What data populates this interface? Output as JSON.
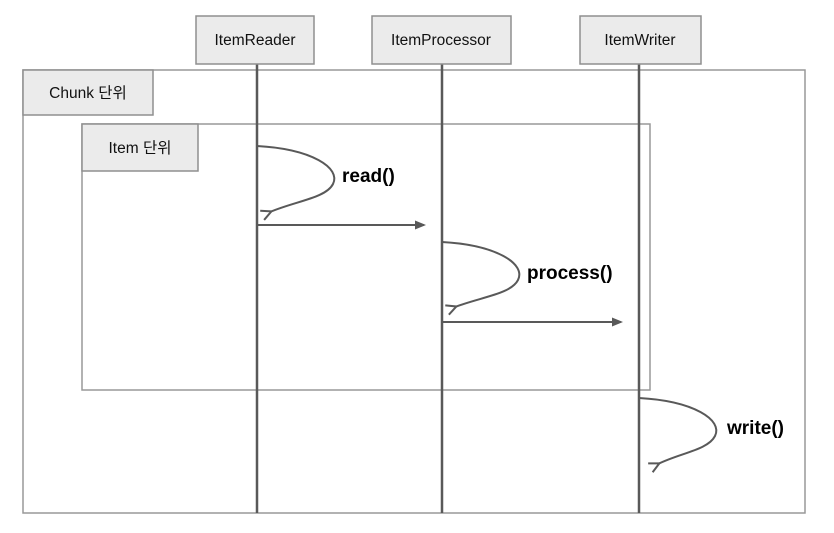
{
  "diagram": {
    "type": "sequence-diagram",
    "participants": [
      {
        "label": "ItemReader"
      },
      {
        "label": "ItemProcessor"
      },
      {
        "label": "ItemWriter"
      }
    ],
    "frames": {
      "chunk": {
        "label": "Chunk 단위"
      },
      "item": {
        "label": "Item 단위"
      }
    },
    "messages": {
      "read": {
        "label": "read()",
        "kind": "self-call",
        "from": "ItemReader",
        "to": "ItemReader"
      },
      "read_pass": {
        "kind": "arrow",
        "from": "ItemReader",
        "to": "ItemProcessor"
      },
      "process": {
        "label": "process()",
        "kind": "self-call",
        "from": "ItemProcessor",
        "to": "ItemProcessor"
      },
      "process_pass": {
        "kind": "arrow",
        "from": "ItemProcessor",
        "to": "ItemWriter"
      },
      "write": {
        "label": "write()",
        "kind": "self-call",
        "from": "ItemWriter",
        "to": "ItemWriter"
      }
    },
    "colors": {
      "box_fill": "#ebebeb",
      "box_border": "#8f8f8f",
      "frame_border": "#999999",
      "lifeline": "#595959",
      "arrow": "#595959",
      "text": "#111111"
    }
  }
}
